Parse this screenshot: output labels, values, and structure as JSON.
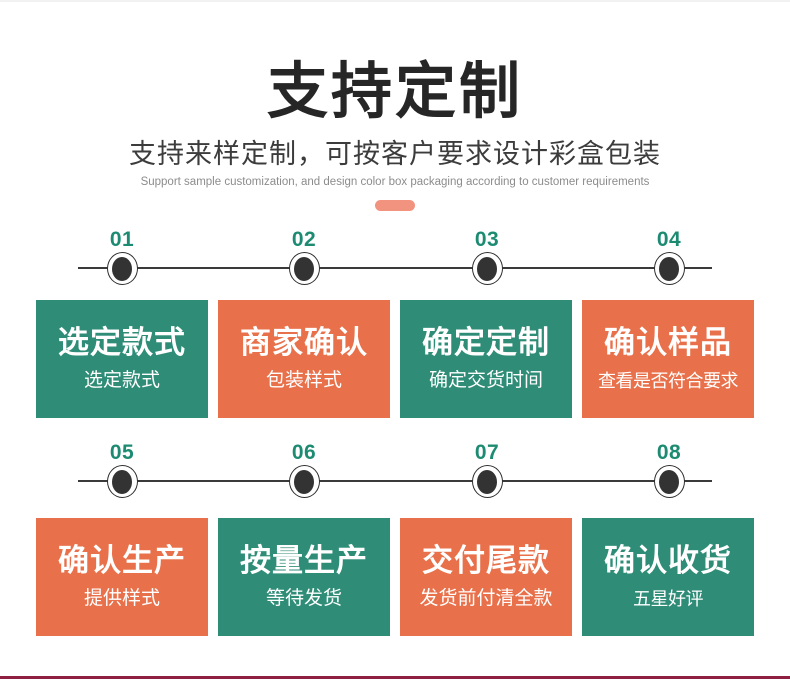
{
  "header": {
    "title": "支持定制",
    "subtitle": "支持来样定制，可按客户要求设计彩盒包装",
    "subtitle_en": "Support sample customization, and design color box packaging according to customer requirements"
  },
  "colors": {
    "card_teal": "#2e8c77",
    "card_orange": "#e8704a",
    "step_number_teal": "#1d8b72",
    "divider_pink": "#f2937f",
    "bottom_accent": "#8f1f40",
    "dot_fill": "#333333"
  },
  "timelines": [
    {
      "steps": [
        "01",
        "02",
        "03",
        "04"
      ]
    },
    {
      "steps": [
        "05",
        "06",
        "07",
        "08"
      ]
    }
  ],
  "rows": [
    {
      "cards": [
        {
          "title": "选定款式",
          "subtitle": "选定款式",
          "color": "teal"
        },
        {
          "title": "商家确认",
          "subtitle": "包装样式",
          "color": "orange"
        },
        {
          "title": "确定定制",
          "subtitle": "确定交货时间",
          "color": "teal"
        },
        {
          "title": "确认样品",
          "subtitle": "查看是否符合要求",
          "color": "orange"
        }
      ]
    },
    {
      "cards": [
        {
          "title": "确认生产",
          "subtitle": "提供样式",
          "color": "orange"
        },
        {
          "title": "按量生产",
          "subtitle": "等待发货",
          "color": "teal"
        },
        {
          "title": "交付尾款",
          "subtitle": "发货前付清全款",
          "color": "orange"
        },
        {
          "title": "确认收货",
          "subtitle": "五星好评",
          "color": "teal"
        }
      ]
    }
  ]
}
